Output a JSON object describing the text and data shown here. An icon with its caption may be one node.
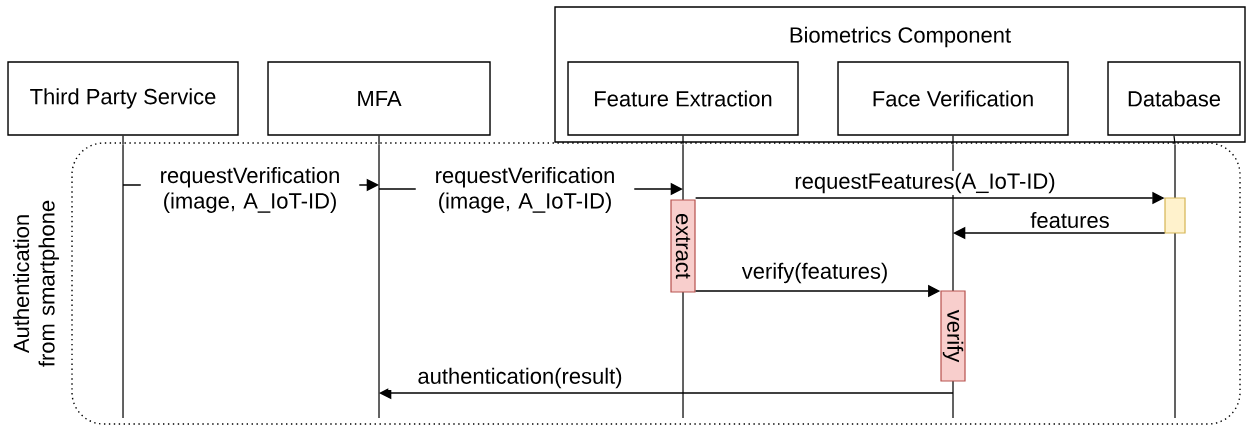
{
  "diagram": {
    "nodes": [
      {
        "text": [
          "Biometrics Component"
        ]
      },
      {
        "text": [
          "Third Party Service"
        ]
      },
      {
        "text": [
          "MFA"
        ]
      },
      {
        "text": [
          "Feature Extraction"
        ],
        "in": 0
      },
      {
        "text": [
          "Face Verification"
        ],
        "in": 0
      },
      {
        "text": [
          "Database"
        ],
        "in": 0
      },
      {
        "text": [
          "Authentication from smartphone"
        ]
      },
      {
        "text": [
          "extract"
        ],
        "in": 12
      },
      {
        "text": [
          "verify"
        ],
        "in": 13
      },
      {
        "text": [],
        "shape": "bar",
        "in": 14
      },
      {
        "text": [],
        "shape": "line",
        "in": 6
      },
      {
        "text": [],
        "shape": "line",
        "in": 6
      },
      {
        "text": [],
        "shape": "line",
        "in": 6
      },
      {
        "text": [],
        "shape": "line",
        "in": 6
      },
      {
        "text": [],
        "shape": "line",
        "in": 6
      }
    ],
    "edges": [
      {
        "from": 10,
        "to": 11,
        "arrow": "to",
        "label": "requestVerification (image, A_IoT-ID)"
      },
      {
        "from": 11,
        "to": 12,
        "arrow": "to",
        "label": "requestVerification (image, A_IoT-ID)"
      },
      {
        "from": 7,
        "to": 9,
        "arrow": "to",
        "label": "requestFeatures(A_IoT-ID)"
      },
      {
        "from": 9,
        "to": 13,
        "arrow": "to",
        "label": "features"
      },
      {
        "from": 7,
        "to": 8,
        "arrow": "to",
        "label": "verify(features)"
      },
      {
        "from": 13,
        "to": 11,
        "arrow": "to",
        "label": "authentication(result)"
      },
      {
        "from": 1,
        "to": 10,
        "arrow": "none"
      },
      {
        "from": 2,
        "to": 11,
        "arrow": "none"
      },
      {
        "from": 3,
        "to": 12,
        "arrow": "none"
      },
      {
        "from": 4,
        "to": 13,
        "arrow": "none"
      },
      {
        "from": 5,
        "to": 14,
        "arrow": "none"
      }
    ]
  }
}
